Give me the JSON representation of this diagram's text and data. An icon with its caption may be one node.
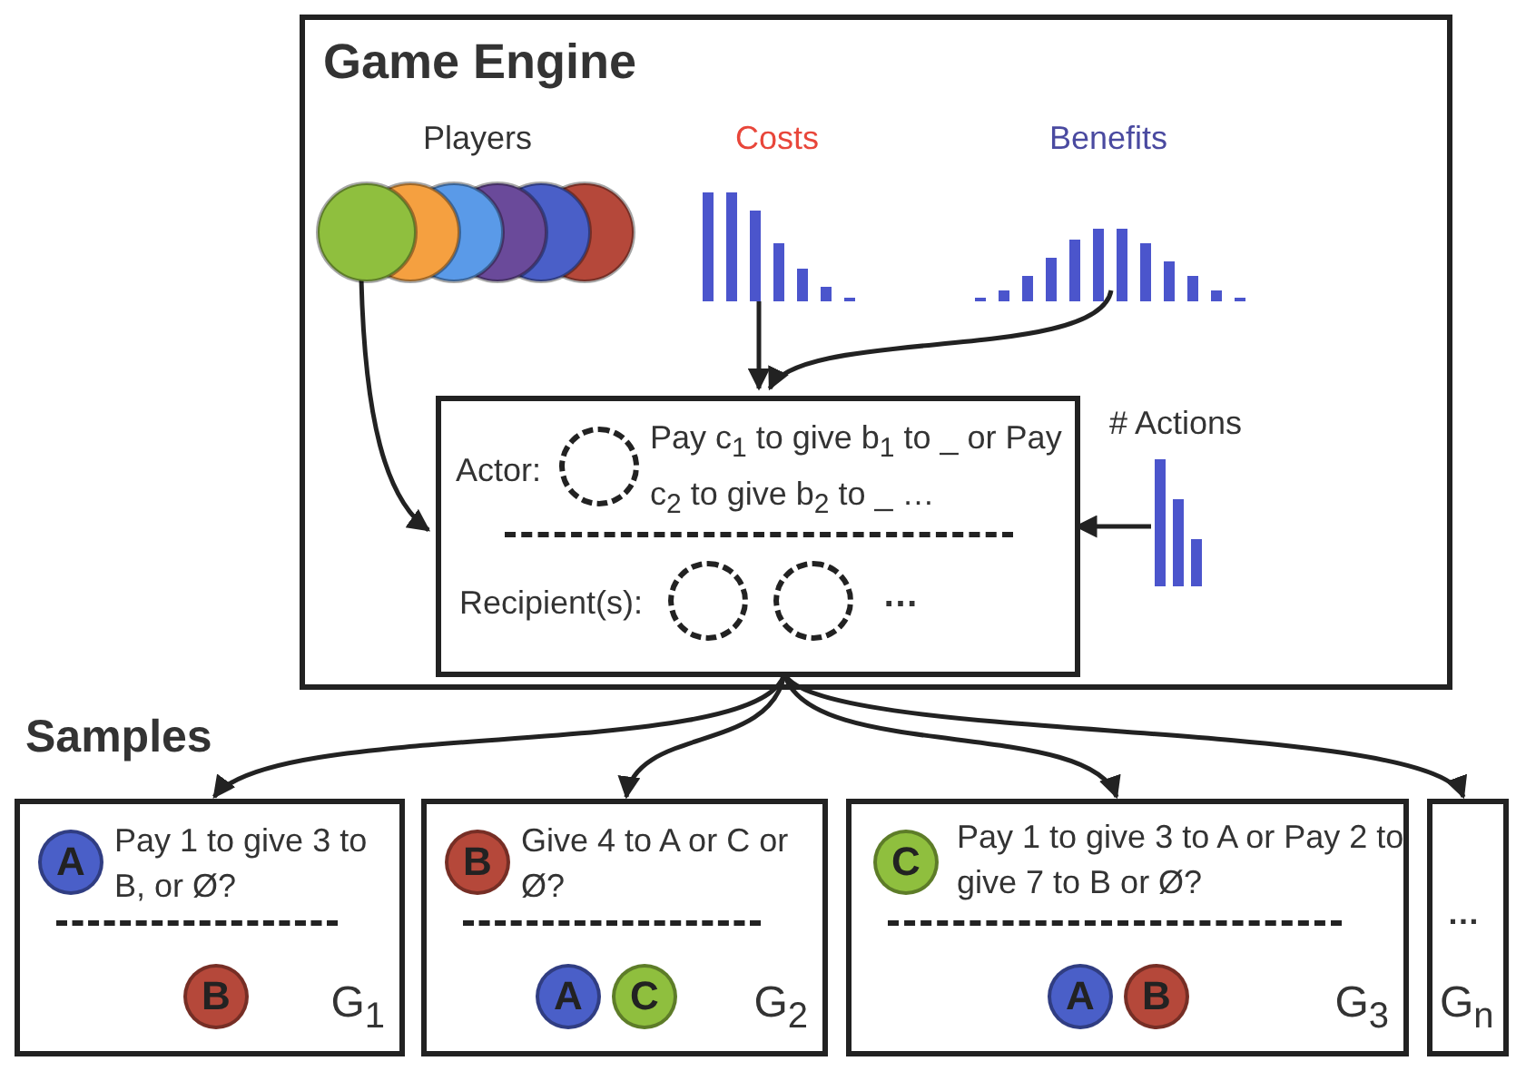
{
  "diagram": {
    "nodes": [
      {
        "text": [
          "Game Engine"
        ]
      },
      {
        "text": [
          "Players"
        ],
        "in": 0
      },
      {
        "text": [
          "Costs"
        ],
        "in": 0
      },
      {
        "text": [
          "Benefits"
        ],
        "in": 0
      },
      {
        "text": [
          "Actor:",
          "Pay c$_{1}$ to give b$_{1}$ to _ or Pay c$_{2}$ to give b$_{2}$ to _ …",
          "Recipient(s):",
          "…"
        ],
        "in": 0
      },
      {
        "text": [
          "# Actions"
        ],
        "in": 0
      },
      {
        "text": [
          "Pay 1 to give 3 to B, or Ø?",
          "G$_{1}$"
        ]
      },
      {
        "text": [
          "A"
        ],
        "in": 6
      },
      {
        "text": [
          "B"
        ],
        "in": 6
      },
      {
        "text": [
          "Give 4 to A or C or Ø?",
          "G$_{2}$"
        ]
      },
      {
        "text": [
          "B"
        ],
        "in": 9
      },
      {
        "text": [
          "A"
        ],
        "in": 9
      },
      {
        "text": [
          "C"
        ],
        "in": 9
      },
      {
        "text": [
          "Pay 1 to give 3 to A or Pay 2 to give 7 to B or Ø?",
          "G$_{3}$"
        ]
      },
      {
        "text": [
          "C"
        ],
        "in": 13
      },
      {
        "text": [
          "A"
        ],
        "in": 13
      },
      {
        "text": [
          "B"
        ],
        "in": 13
      },
      {
        "text": [
          "…",
          "G$_{n}$"
        ]
      }
    ],
    "edges": [
      {
        "from": 1,
        "to": 4,
        "arrow": "to"
      },
      {
        "from": 2,
        "to": 4,
        "arrow": "to"
      },
      {
        "from": 3,
        "to": 4,
        "arrow": "to"
      },
      {
        "from": 5,
        "to": 4,
        "arrow": "to"
      },
      {
        "from": 4,
        "to": 6,
        "arrow": "to"
      },
      {
        "from": 4,
        "to": 9,
        "arrow": "to"
      },
      {
        "from": 4,
        "to": 13,
        "arrow": "to"
      },
      {
        "from": 4,
        "to": 17,
        "arrow": "to"
      }
    ],
    "labels": [
      "Samples"
    ]
  }
}
